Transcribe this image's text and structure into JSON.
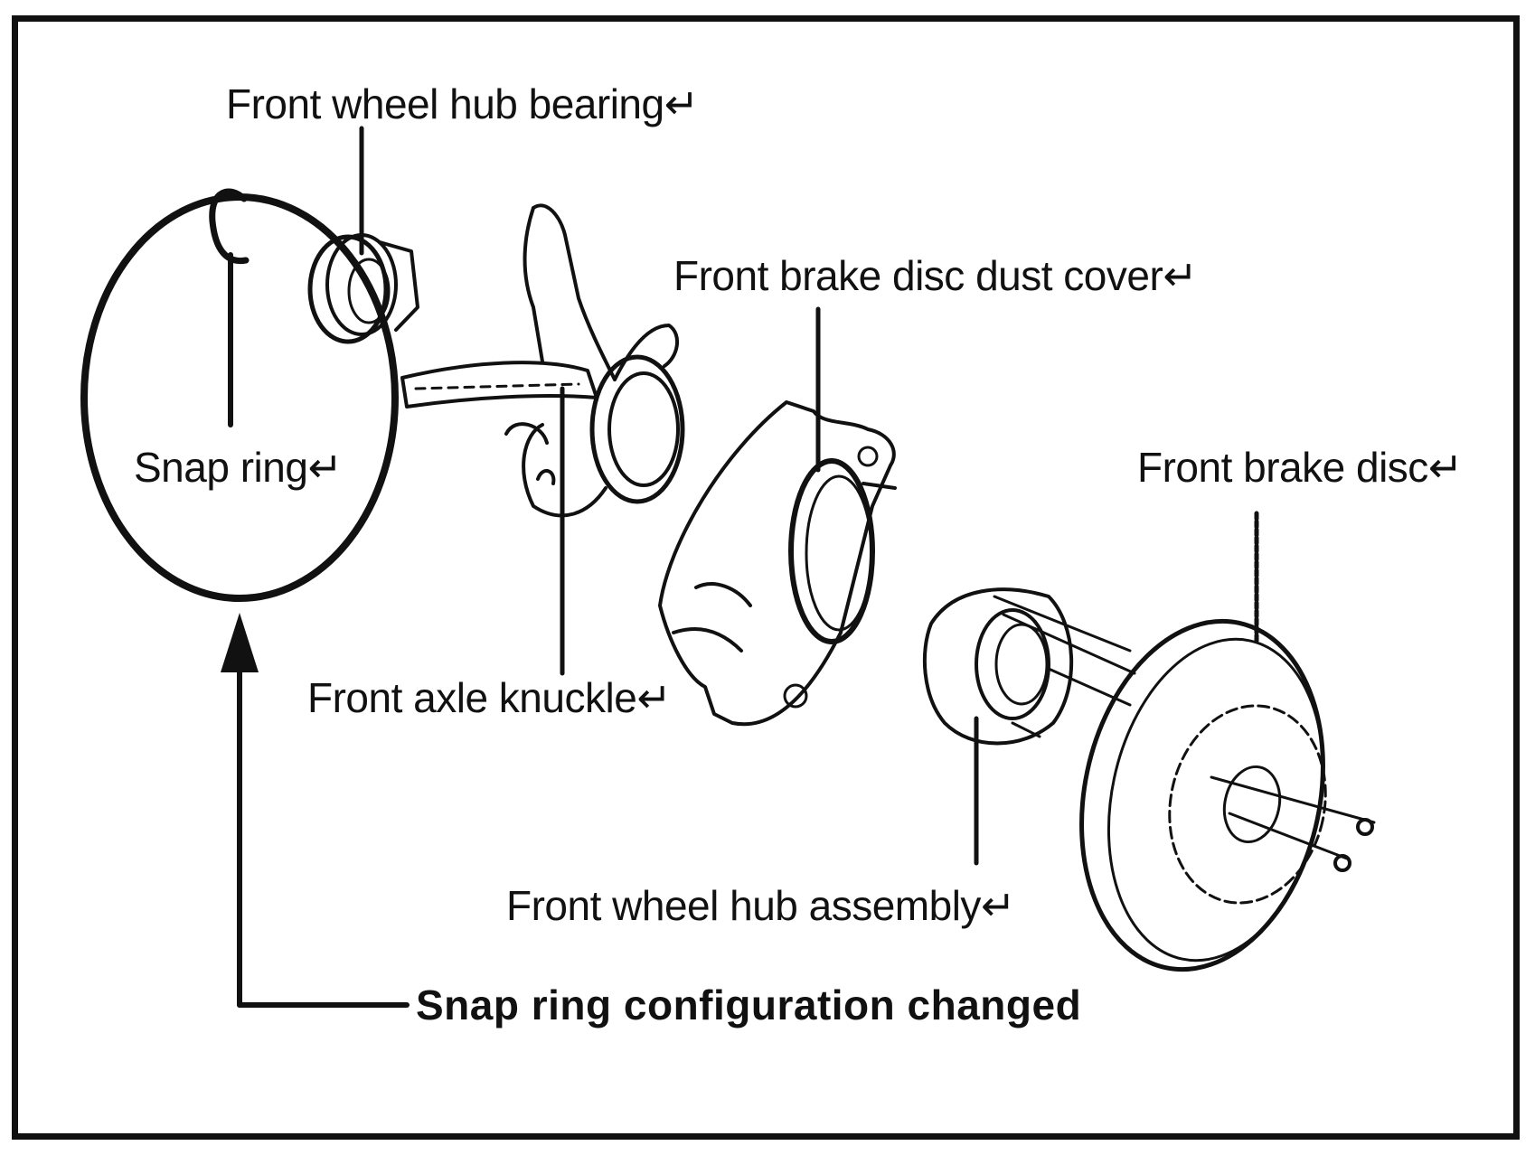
{
  "labels": {
    "hub_bearing": "Front wheel hub bearing↵",
    "dust_cover": "Front brake disc dust cover↵",
    "snap_ring": "Snap ring↵",
    "brake_disc": "Front brake disc↵",
    "axle_knuckle": "Front axle knuckle↵",
    "hub_assembly": "Front wheel hub assembly↵",
    "config_changed": "Snap ring configuration changed"
  }
}
